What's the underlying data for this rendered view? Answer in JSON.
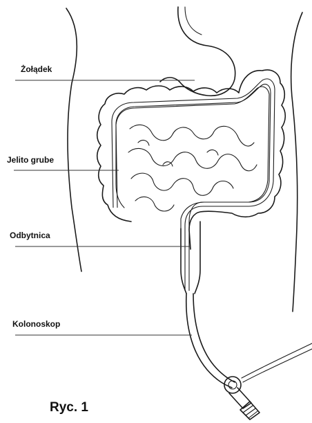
{
  "labels": {
    "stomach": "Żołądek",
    "large_intestine": "Jelito grube",
    "rectum": "Odbytnica",
    "colonoscope": "Kolonoskop"
  },
  "caption": "Ryc. 1"
}
